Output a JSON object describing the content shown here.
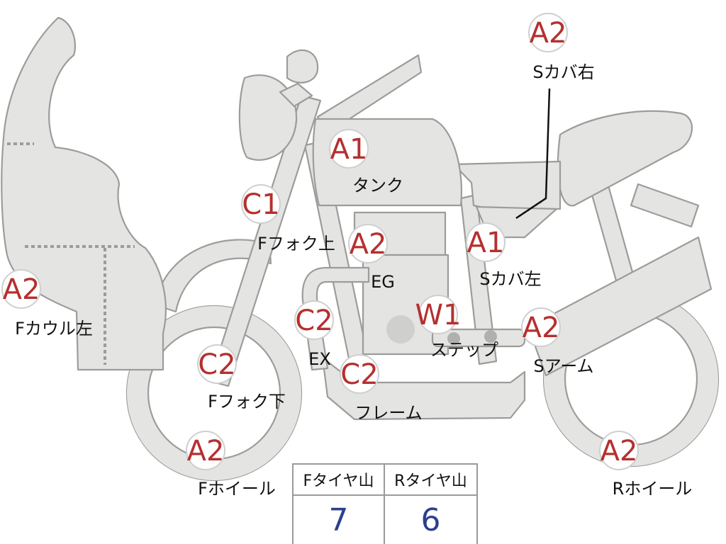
{
  "badges": [
    {
      "id": "s-cover-right-grade",
      "grade": "A2",
      "label": "Sカバ右"
    },
    {
      "id": "tank-grade",
      "grade": "A1",
      "label": "タンク"
    },
    {
      "id": "f-fork-upper-grade",
      "grade": "C1",
      "label": "Fフォク上"
    },
    {
      "id": "engine-grade",
      "grade": "A2",
      "label": "EG"
    },
    {
      "id": "s-cover-left-grade",
      "grade": "A1",
      "label": "Sカバ左"
    },
    {
      "id": "f-cowl-left-grade",
      "grade": "A2",
      "label": "Fカウル左"
    },
    {
      "id": "exhaust-grade",
      "grade": "C2",
      "label": "EX"
    },
    {
      "id": "step-grade",
      "grade": "W1",
      "label": "ステップ"
    },
    {
      "id": "swingarm-grade",
      "grade": "A2",
      "label": "Sアーム"
    },
    {
      "id": "f-fork-lower-grade",
      "grade": "C2",
      "label": "Fフォク下"
    },
    {
      "id": "frame-grade",
      "grade": "C2",
      "label": "フレーム"
    },
    {
      "id": "f-wheel-grade",
      "grade": "A2",
      "label": "Fホイール"
    },
    {
      "id": "r-wheel-grade",
      "grade": "A2",
      "label": "Rホイール"
    }
  ],
  "tire_table": {
    "front_label": "Fタイヤ山",
    "rear_label": "Rタイヤ山",
    "front_value": "7",
    "rear_value": "6"
  },
  "colors": {
    "grade_text": "#b5302f",
    "value_text": "#2d3f8f",
    "part_fill": "#e4e4e2",
    "part_stroke": "#9c9c9a"
  }
}
